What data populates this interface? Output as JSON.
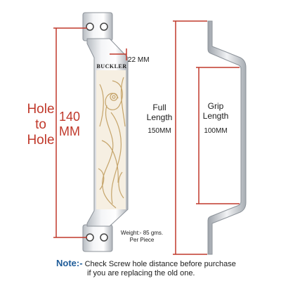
{
  "labels": {
    "hole_to_hole_word1": "Hole",
    "hole_to_hole_word2": "to",
    "hole_to_hole_word3": "Hole",
    "hole_to_hole_value": "140",
    "hole_to_hole_unit": "MM",
    "width_value": "22 MM",
    "full_length_word1": "Full",
    "full_length_word2": "Length",
    "full_length_value": "150MM",
    "grip_length_word1": "Grip",
    "grip_length_word2": "Length",
    "grip_length_value": "100MM",
    "weight_line1": "Weight:- 85 gms.",
    "weight_line2": "Per Piece",
    "brand": "BUCKLER"
  },
  "note": {
    "prefix": "Note:-",
    "line1": "Check Screw hole distance before purchase",
    "line2": "if you are replacing the old one."
  },
  "colors": {
    "dimension_red": "#c0392b",
    "handle_silver": "#e4e6e9",
    "handle_edge": "#9aa0a6",
    "engraving_gold": "#c5a46a",
    "note_blue": "#1f5c99"
  }
}
